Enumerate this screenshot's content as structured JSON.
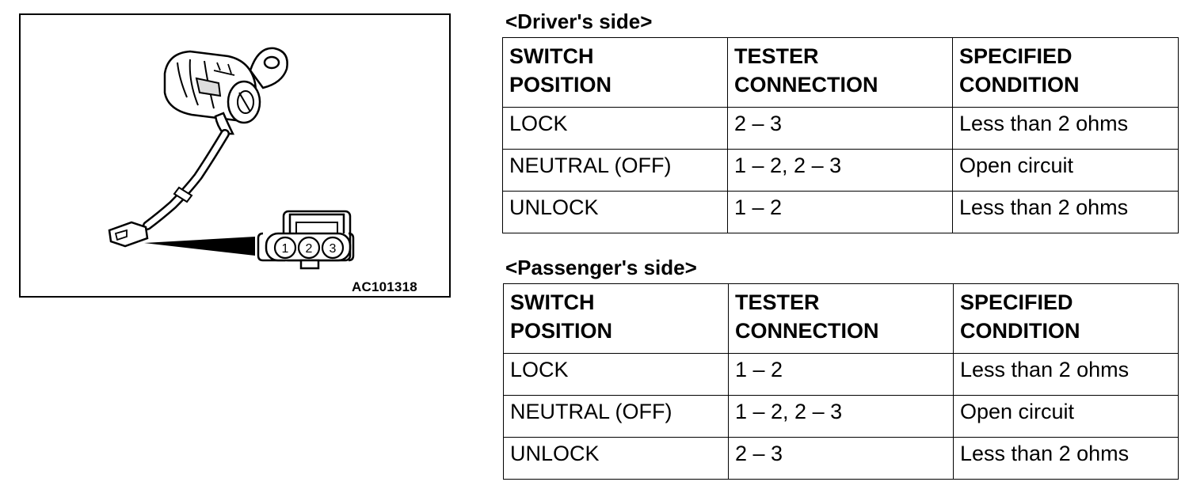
{
  "figure": {
    "code": "AC101318",
    "pins": [
      "1",
      "2",
      "3"
    ]
  },
  "drivers_side": {
    "title": "<Driver's side>",
    "headers": [
      {
        "line1": "SWITCH",
        "line2": "POSITION"
      },
      {
        "line1": "TESTER",
        "line2": "CONNECTION"
      },
      {
        "line1": "SPECIFIED",
        "line2": "CONDITION"
      }
    ],
    "rows": [
      [
        "LOCK",
        "2 – 3",
        "Less than 2 ohms"
      ],
      [
        "NEUTRAL (OFF)",
        "1 – 2, 2 – 3",
        "Open circuit"
      ],
      [
        "UNLOCK",
        "1 – 2",
        "Less than 2 ohms"
      ]
    ]
  },
  "passengers_side": {
    "title": "<Passenger's side>",
    "headers": [
      {
        "line1": "SWITCH",
        "line2": "POSITION"
      },
      {
        "line1": "TESTER",
        "line2": "CONNECTION"
      },
      {
        "line1": "SPECIFIED",
        "line2": "CONDITION"
      }
    ],
    "rows": [
      [
        "LOCK",
        "1 – 2",
        "Less than 2 ohms"
      ],
      [
        "NEUTRAL (OFF)",
        "1 – 2, 2 – 3",
        "Open circuit"
      ],
      [
        "UNLOCK",
        "2 – 3",
        "Less than 2 ohms"
      ]
    ]
  }
}
